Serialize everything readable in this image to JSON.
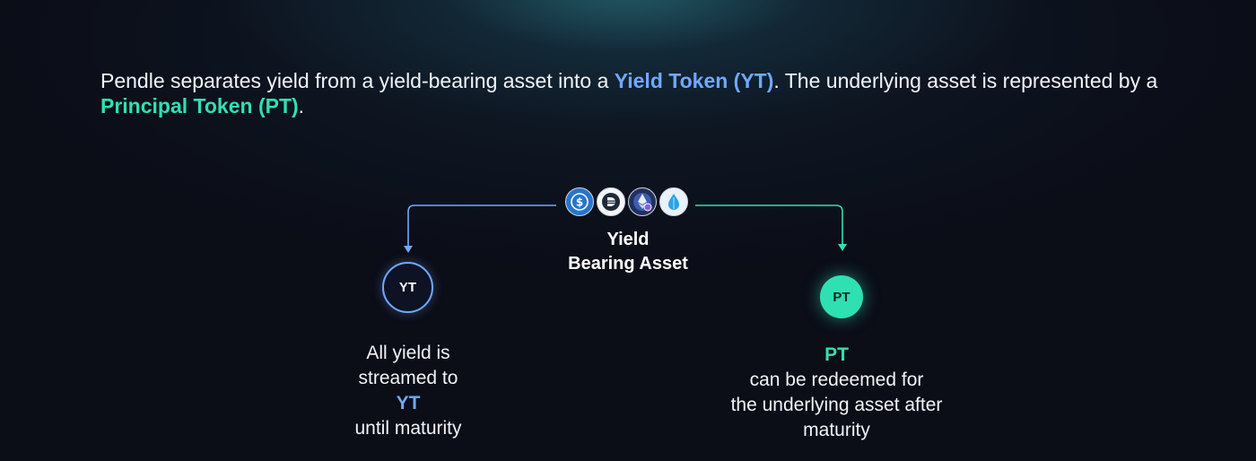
{
  "intro": {
    "part1": "Pendle separates yield from a yield-bearing asset into a ",
    "yt_term": "Yield Token (YT)",
    "part2": ". The underlying asset is represented by a ",
    "pt_term": "Principal Token (PT)",
    "part3": "."
  },
  "center": {
    "label_line1": "Yield",
    "label_line2": "Bearing Asset",
    "asset_icons": [
      "usdc-icon",
      "dai-icon",
      "staked-eth-icon",
      "liquid-drop-icon"
    ]
  },
  "yt_node": {
    "label": "YT",
    "desc_line1": "All yield is",
    "desc_line2_prefix": "streamed to ",
    "desc_line2_highlight": "YT",
    "desc_line3": "until maturity"
  },
  "pt_node": {
    "label": "PT",
    "desc_line1_highlight": "PT",
    "desc_line1_rest": " can be redeemed for",
    "desc_line2": "the underlying asset after",
    "desc_line3": "maturity"
  },
  "colors": {
    "background": "#0b0d17",
    "yt_accent": "#6fa9ff",
    "pt_accent": "#2fe0b3",
    "text": "#f2f4f8"
  }
}
